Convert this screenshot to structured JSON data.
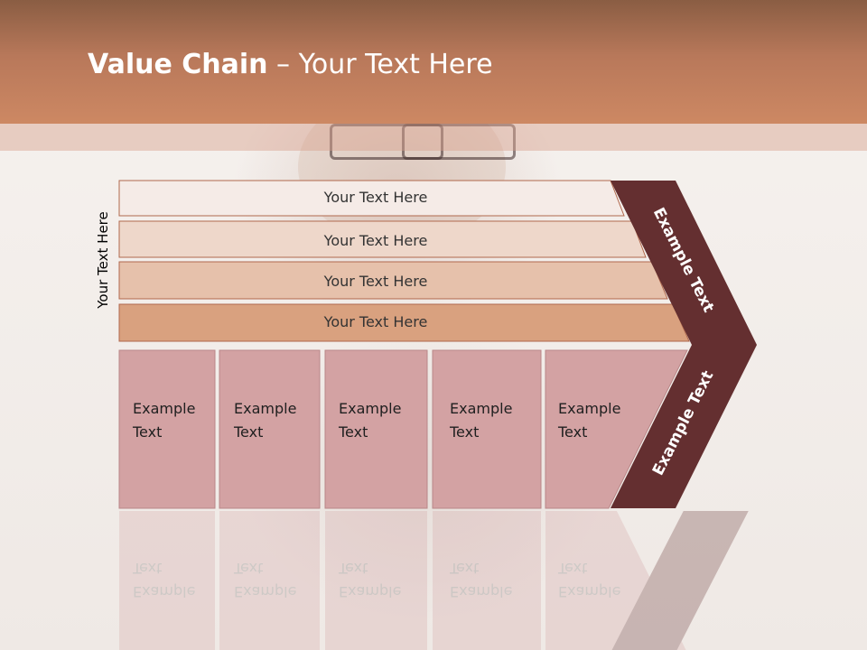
{
  "slide": {
    "title_bold": "Value Chain",
    "title_rest": " – Your Text Here",
    "side_label": "Your Text Here"
  },
  "bars": [
    {
      "label": "Your Text Here",
      "fill": "#f5ebe7"
    },
    {
      "label": "Your Text Here",
      "fill": "#eed7ca"
    },
    {
      "label": "Your Text Here",
      "fill": "#e6c1ab"
    },
    {
      "label": "Your Text Here",
      "fill": "#d9a17f"
    }
  ],
  "cells": [
    {
      "line1": "Example",
      "line2": "Text"
    },
    {
      "line1": "Example",
      "line2": "Text"
    },
    {
      "line1": "Example",
      "line2": "Text"
    },
    {
      "line1": "Example",
      "line2": "Text"
    },
    {
      "line1": "Example",
      "line2": "Text"
    }
  ],
  "arrow": {
    "upper_label": "Example Text",
    "lower_label": "Example Text",
    "fill": "#642f30"
  },
  "colors": {
    "header": "#c07e5c",
    "cell_fill": "#d3a2a3",
    "cell_stroke": "#b98788",
    "bar_stroke": "#b0684d"
  }
}
